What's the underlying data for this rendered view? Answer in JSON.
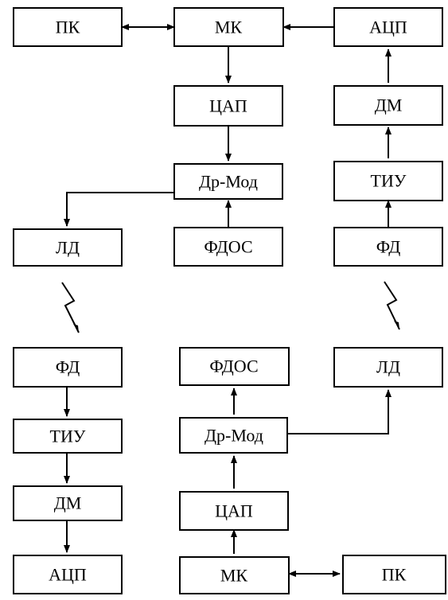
{
  "blocks": {
    "pk_top": "ПК",
    "mk_top": "МК",
    "adc_top": "АЦП",
    "dac_top": "ЦАП",
    "dm_top": "ДМ",
    "drmod_top": "Др-Мод",
    "tiu_top": "ТИУ",
    "ld_top": "ЛД",
    "fdos_top": "ФДОС",
    "fd_top": "ФД",
    "fd_bottom": "ФД",
    "fdos_bottom": "ФДОС",
    "ld_bottom": "ЛД",
    "drmod_bottom": "Др-Мод",
    "tiu_bottom": "ТИУ",
    "dac_bottom": "ЦАП",
    "dm_bottom": "ДМ",
    "adc_bottom": "АЦП",
    "mk_bottom": "МК",
    "pk_bottom": "ПК"
  }
}
